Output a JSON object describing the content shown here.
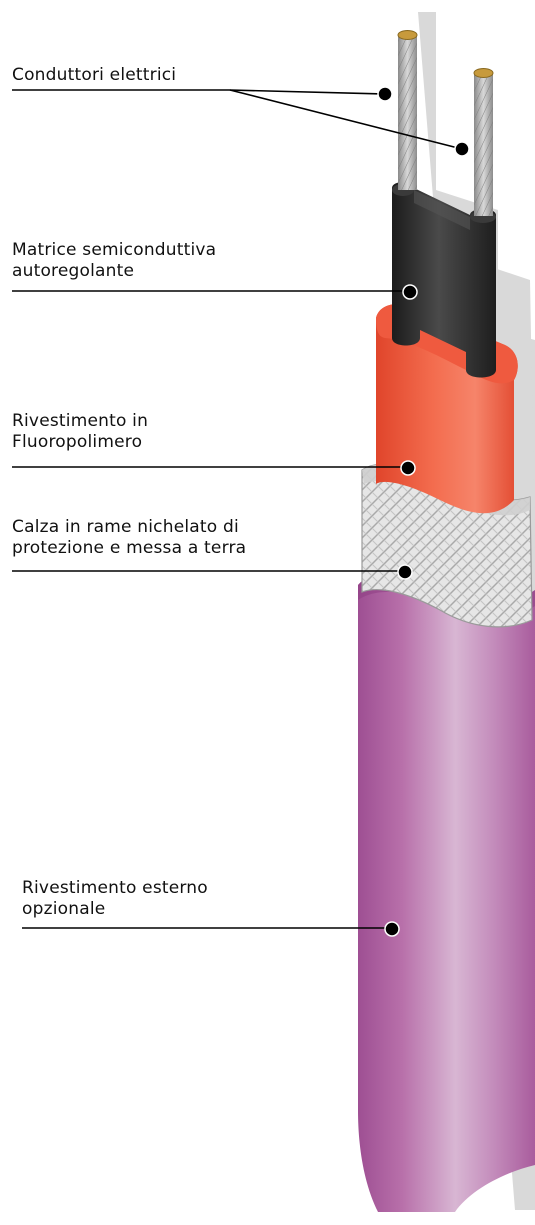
{
  "diagram": {
    "callouts": [
      {
        "lines": [
          "Conduttori elettrici"
        ]
      },
      {
        "lines": [
          "Matrice semiconduttiva",
          "autoregolante"
        ]
      },
      {
        "lines": [
          "Rivestimento in",
          "Fluoropolimero"
        ]
      },
      {
        "lines": [
          "Calza in rame nichelato di",
          "protezione e messa a terra"
        ]
      },
      {
        "lines": [
          "Rivestimento esterno",
          "opzionale"
        ]
      }
    ],
    "colors": {
      "outer_jacket": "#b466a8",
      "fluoropolymer": "#f0553a",
      "semiconductive_core": "#2a2a2a",
      "braid": "#d9d9d9",
      "conductor": "#a8a8a8",
      "shadow": "#d6d6d6",
      "leader": "#000000"
    }
  }
}
